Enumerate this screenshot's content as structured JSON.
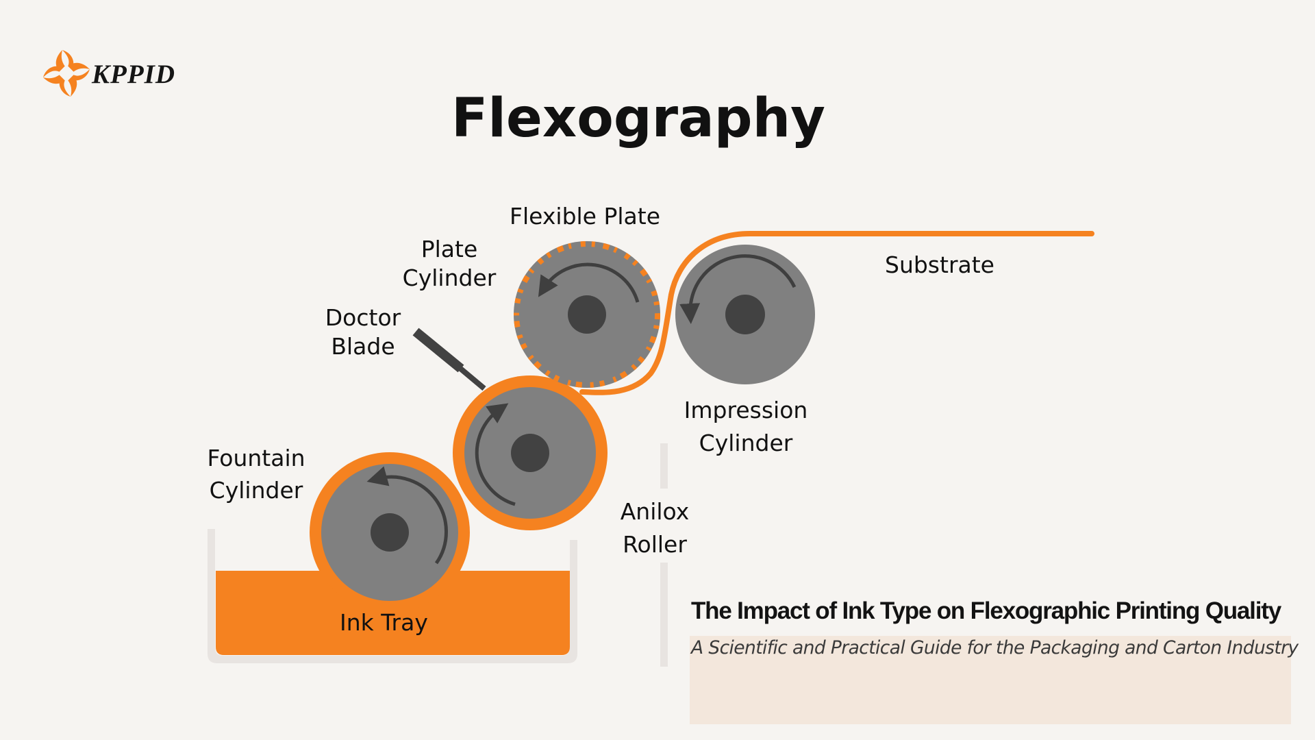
{
  "brand": {
    "name": "KPPID",
    "logo_icon": "pinwheel-logo-icon",
    "color": "#f58220"
  },
  "title": "Flexography",
  "colors": {
    "ink_orange": "#f58220",
    "cylinder_gray": "#808080",
    "hub_dark": "#424242",
    "arrow_dark": "#3f3f3f",
    "tray_wall": "#e8e4e1",
    "background": "#f6f4f1"
  },
  "labels": {
    "flexible_plate": "Flexible Plate",
    "plate_cylinder": [
      "Plate",
      "Cylinder"
    ],
    "doctor_blade": [
      "Doctor",
      "Blade"
    ],
    "fountain_cylinder": [
      "Fountain",
      "Cylinder"
    ],
    "anilox_roller": [
      "Anilox",
      "Roller"
    ],
    "impression_cylinder": [
      "Impression",
      "Cylinder"
    ],
    "substrate": "Substrate",
    "ink_tray": "Ink Tray"
  },
  "components": [
    {
      "name": "Plate Cylinder",
      "rotation": "counterclockwise",
      "has_flexible_plate": true
    },
    {
      "name": "Impression Cylinder",
      "rotation": "counterclockwise"
    },
    {
      "name": "Anilox Roller",
      "rotation": "clockwise",
      "ink_coated": true
    },
    {
      "name": "Fountain Cylinder",
      "rotation": "counterclockwise",
      "ink_coated": true
    },
    {
      "name": "Doctor Blade"
    },
    {
      "name": "Ink Tray"
    },
    {
      "name": "Substrate"
    }
  ],
  "caption": {
    "title": "The Impact of Ink Type on Flexographic Printing Quality",
    "subtitle": "A Scientific and Practical Guide for the Packaging and Carton Industry"
  }
}
